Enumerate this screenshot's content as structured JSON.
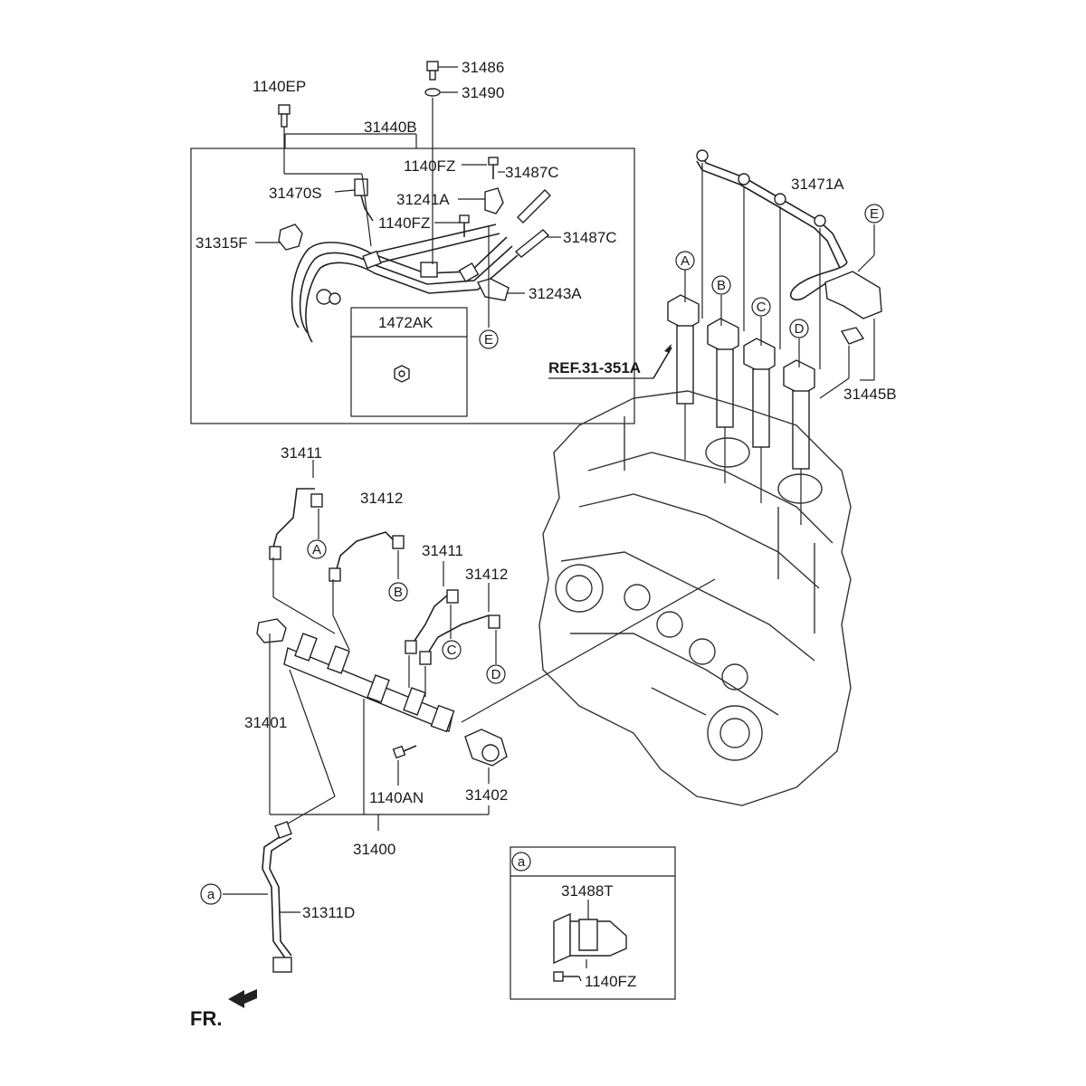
{
  "labels": {
    "p1140EP": "1140EP",
    "p31440B": "31440B",
    "p31486": "31486",
    "p31490": "31490",
    "p1140FZ_a": "1140FZ",
    "p31487C_a": "31487C",
    "p31470S": "31470S",
    "p31241A": "31241A",
    "p1140FZ_b": "1140FZ",
    "p31487C_b": "31487C",
    "p31315F": "31315F",
    "p31243A": "31243A",
    "p1472AK": "1472AK",
    "p31471A": "31471A",
    "pREF": "REF.31-351A",
    "p31445B": "31445B",
    "p31411_a": "31411",
    "p31412_a": "31412",
    "p31411_b": "31411",
    "p31412_b": "31412",
    "p31401": "31401",
    "p1140AN": "1140AN",
    "p31402": "31402",
    "p31400": "31400",
    "p31311D": "31311D",
    "p31488T": "31488T",
    "p1140FZ_c": "1140FZ",
    "fr": "FR."
  },
  "callouts": {
    "A1": "A",
    "B1": "B",
    "C1": "C",
    "D1": "D",
    "E1": "E",
    "E2": "E",
    "A2": "A",
    "B2": "B",
    "C2": "C",
    "D2": "D",
    "a1": "a",
    "a2": "a"
  }
}
